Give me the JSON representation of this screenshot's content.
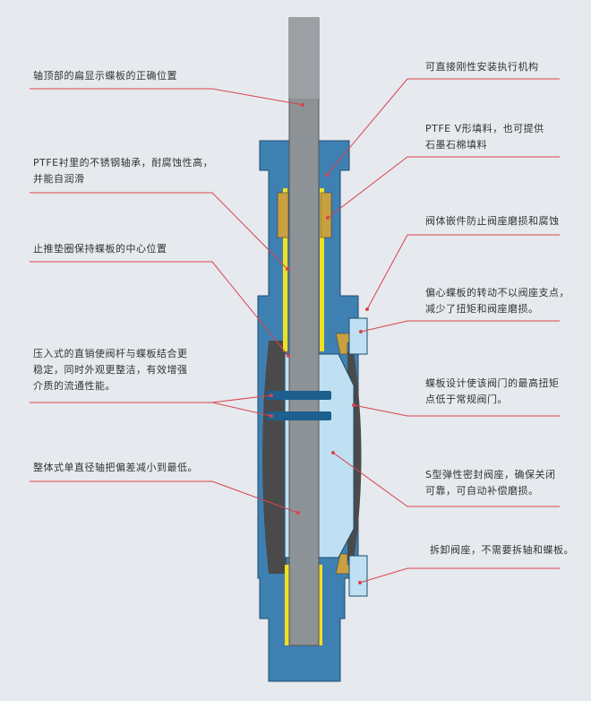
{
  "colors": {
    "background": "#e6e9ee",
    "body": "#3f80b2",
    "shaft": "#8c9296",
    "disc": "#bfe0f3",
    "ring": "#4a4a4a",
    "leader": "#d9434c",
    "lining": "#f0e020",
    "seat": "#c8a040"
  },
  "left_labels": [
    {
      "lines": [
        "轴顶部的扁显示蝶板的正确位置"
      ]
    },
    {
      "lines": [
        "PTFE衬里的不锈钢轴承，耐腐蚀性高，",
        "并能自润滑"
      ]
    },
    {
      "lines": [
        "止推垫圈保持蝶板的中心位置"
      ]
    },
    {
      "lines": [
        "压入式的直销使阀杆与蝶板结合更",
        "稳定，同时外观更整洁，有效增强",
        "介质的流通性能。"
      ]
    },
    {
      "lines": [
        "整体式单直径轴把偏差减小到最低。"
      ]
    }
  ],
  "right_labels": [
    {
      "lines": [
        "可直接刚性安装执行机构"
      ]
    },
    {
      "lines": [
        "PTFE V形填料，也可提供",
        "石墨石棉填料"
      ]
    },
    {
      "lines": [
        "阀体嵌件防止阀座磨损和腐蚀"
      ]
    },
    {
      "lines": [
        "偏心蝶板的转动不以阀座支点，",
        "减少了扭矩和阀座磨损。"
      ]
    },
    {
      "lines": [
        "蝶板设计使该阀门的最高扭矩",
        "点低于常规阀门。"
      ]
    },
    {
      "lines": [
        "S型弹性密封阀座，确保关闭",
        "可靠，可自动补偿磨损。"
      ]
    },
    {
      "lines": [
        "拆卸阀座，不需要拆轴和蝶板。"
      ]
    }
  ]
}
